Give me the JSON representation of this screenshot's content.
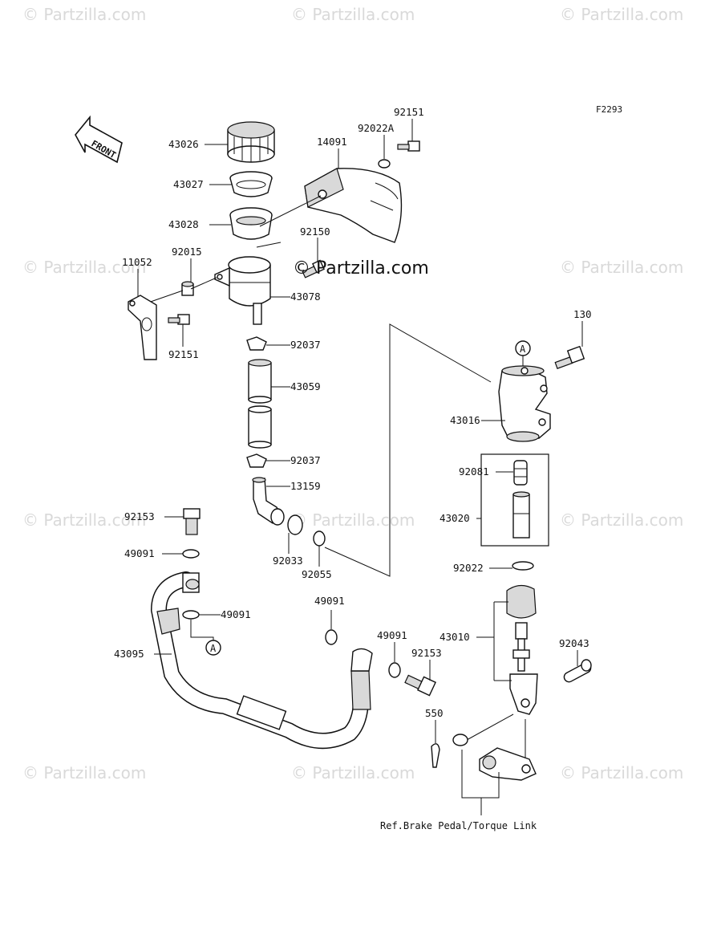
{
  "diagram_code": "F2293",
  "front_label": "FRONT",
  "watermark_text": "© Partzilla.com",
  "center_watermark_text": "© Partzilla.com",
  "reference_note": "Ref.Brake Pedal/Torque Link",
  "callouts": {
    "A_top": "A",
    "A_hose": "A"
  },
  "part_labels": {
    "p43026": "43026",
    "p43027": "43027",
    "p43028": "43028",
    "p11052": "11052",
    "p92015": "92015",
    "p92151_left": "92151",
    "p14091": "14091",
    "p92022A": "92022A",
    "p92151_top": "92151",
    "p92150": "92150",
    "p43078": "43078",
    "p92037_top": "92037",
    "p43059": "43059",
    "p92037_bottom": "92037",
    "p13159": "13159",
    "p92033": "92033",
    "p92055": "92055",
    "p130": "130",
    "p43016": "43016",
    "p92081": "92081",
    "p43020": "43020",
    "p92022": "92022",
    "p92153_left": "92153",
    "p49091_a": "49091",
    "p49091_b": "49091",
    "p43095": "43095",
    "p49091_c": "49091",
    "p49091_d": "49091",
    "p92153_right": "92153",
    "p550": "550",
    "p43010": "43010",
    "p92043": "92043"
  }
}
